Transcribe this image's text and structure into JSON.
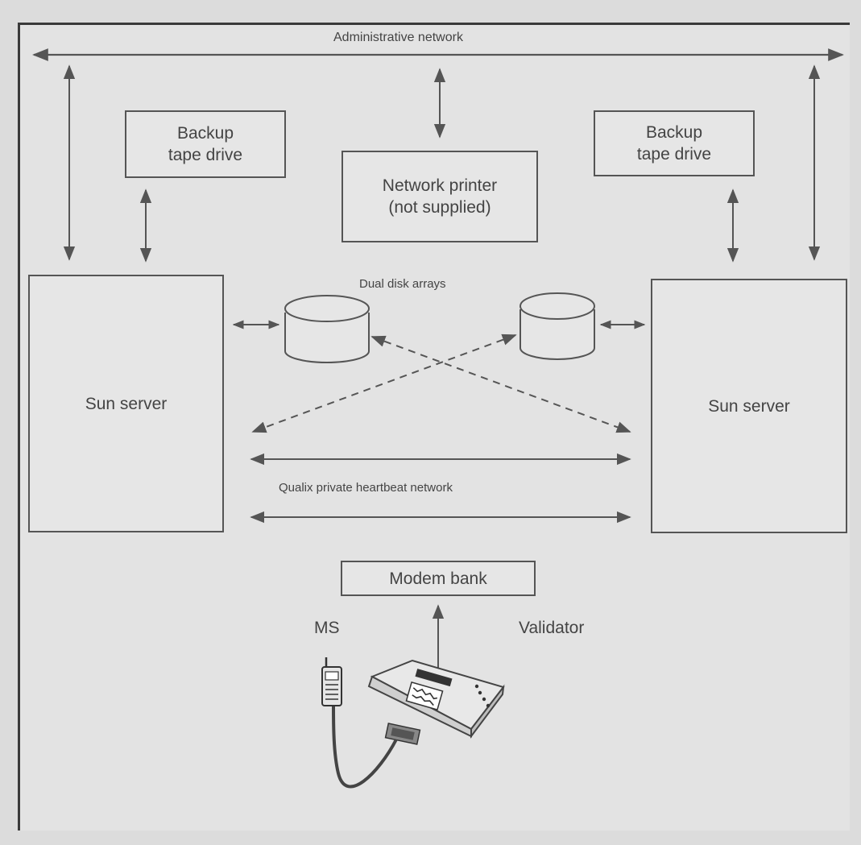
{
  "diagram": {
    "networks": {
      "admin": "Administrative network",
      "heartbeat": "Qualix private heartbeat network"
    },
    "nodes": {
      "backup_left": "Backup\ntape drive",
      "backup_right": "Backup\ntape drive",
      "printer": "Network printer\n(not supplied)",
      "server_left": "Sun server",
      "server_right": "Sun server",
      "modem": "Modem bank"
    },
    "disk_arrays_label": "Dual disk arrays",
    "ms_label": "MS",
    "validator_label": "Validator"
  },
  "colors": {
    "background": "#e3e3e3",
    "line": "#555555",
    "border": "#3a3a3a"
  },
  "icons": [
    "disk-cylinder-icon",
    "validator-device-icon",
    "mobile-phone-icon"
  ]
}
